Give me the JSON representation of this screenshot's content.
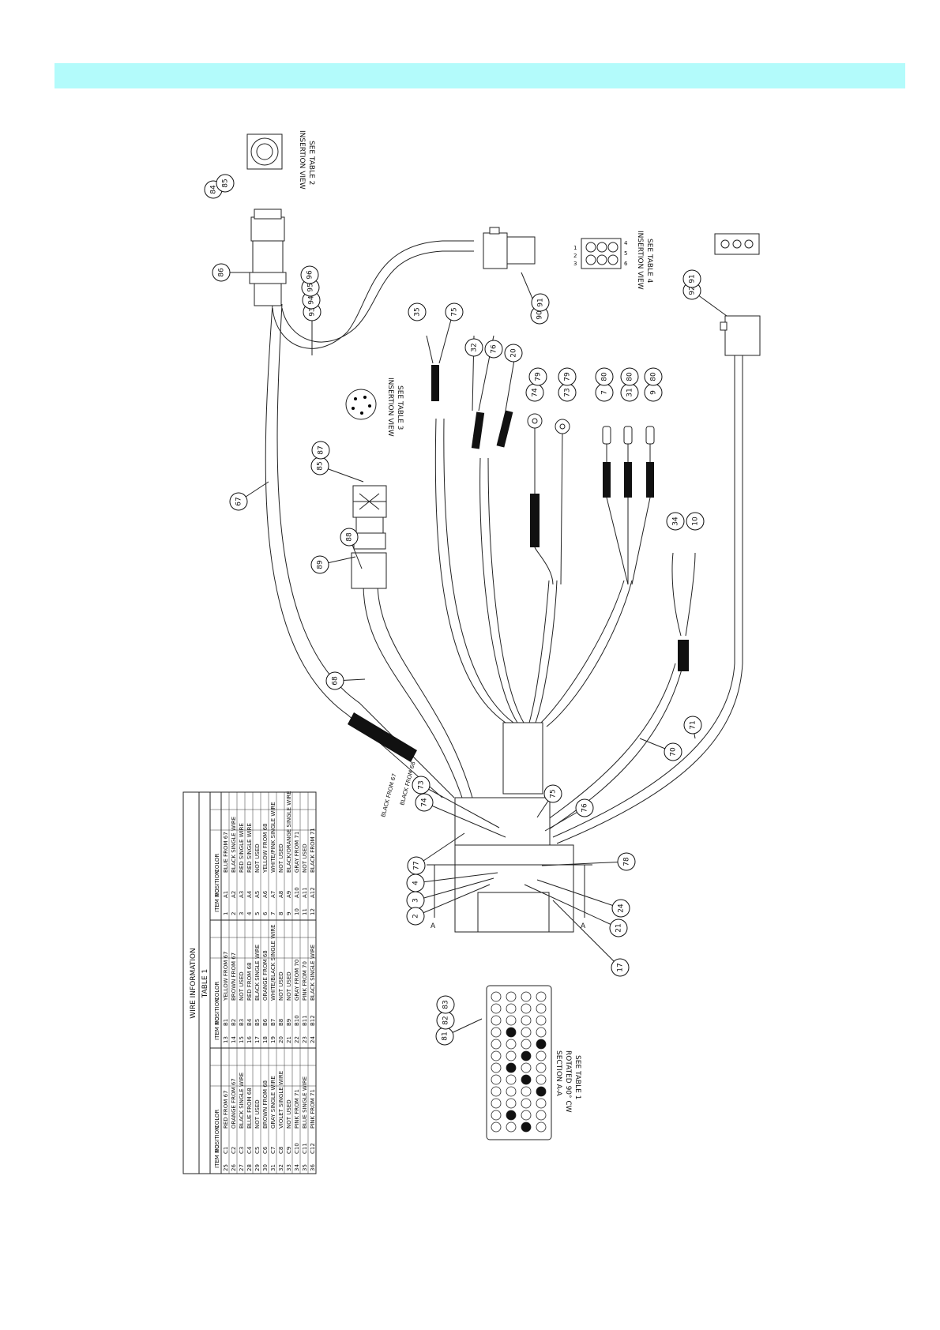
{
  "banner": {
    "color": "#b3fbfb"
  },
  "views": {
    "insertion_view_2": [
      "INSERTION VIEW",
      "SEE TABLE 2"
    ],
    "insertion_view_3": [
      "INSERTION VIEW",
      "SEE TABLE 3"
    ],
    "insertion_view_4": [
      "INSERTION VIEW",
      "SEE TABLE 4"
    ],
    "section_aa": [
      "SECTION A-A",
      "ROTATED 90° CW",
      "SEE TABLE 1"
    ],
    "conn4_pins": [
      "1",
      "2",
      "3",
      "4",
      "5",
      "6"
    ]
  },
  "wire_labels": {
    "black_from_67": "BLACK FROM 67",
    "black_from_68": "BLACK FROM 68"
  },
  "section_marks": {
    "a": "A"
  },
  "callouts": {
    "c84": "84",
    "c85": "85",
    "c86": "86",
    "c93": "93",
    "c94": "94",
    "c95": "95",
    "c96": "96",
    "c90": "90",
    "c91": "91",
    "c92": "92",
    "c91b": "91",
    "c35": "35",
    "c75": "75",
    "c32": "32",
    "c76": "76",
    "c20": "20",
    "c74": "74",
    "c79": "79",
    "c73": "73",
    "c79b": "79",
    "c7": "7",
    "c80": "80",
    "c31": "31",
    "c80b": "80",
    "c9": "9",
    "c80c": "80",
    "c85b": "85",
    "c87": "87",
    "c88": "88",
    "c89": "89",
    "c67": "67",
    "c68": "68",
    "c34": "34",
    "c10": "10",
    "c70": "70",
    "c71": "71",
    "c73b": "73",
    "c74b": "74",
    "c75b": "75",
    "c76b": "76",
    "c77": "77",
    "c78": "78",
    "c4": "4",
    "c3": "3",
    "c2": "2",
    "c24": "24",
    "c21": "21",
    "c17": "17",
    "c81": "81",
    "c82": "82",
    "c83": "83"
  },
  "wire_table": {
    "title": "WIRE INFORMATION",
    "subtitle": "TABLE 1",
    "headers": [
      "ITEM NO.",
      "POSITION",
      "COLOR"
    ],
    "blocks": [
      [
        [
          "1",
          "A1",
          "BLUE FROM 67"
        ],
        [
          "2",
          "A2",
          "BLACK SINGLE WIRE"
        ],
        [
          "3",
          "A3",
          "RED SINGLE WIRE"
        ],
        [
          "4",
          "A4",
          "RED SINGLE WIRE"
        ],
        [
          "5",
          "A5",
          "NOT USED"
        ],
        [
          "6",
          "A6",
          "YELLOW FROM 68"
        ],
        [
          "7",
          "A7",
          "WHITE/PINK SINGLE WIRE"
        ],
        [
          "8",
          "A8",
          "NOT USED"
        ],
        [
          "9",
          "A9",
          "BLACK/ORANGE SINGLE WIRE"
        ],
        [
          "10",
          "A10",
          "GRAY FROM 71"
        ],
        [
          "11",
          "A11",
          "NOT USED"
        ],
        [
          "12",
          "A12",
          "BLACK FROM 71"
        ]
      ],
      [
        [
          "13",
          "B1",
          "YELLOW FROM 67"
        ],
        [
          "14",
          "B2",
          "BROWN FROM 67"
        ],
        [
          "15",
          "B3",
          "NOT USED"
        ],
        [
          "16",
          "B4",
          "RED FROM 68"
        ],
        [
          "17",
          "B5",
          "BLACK SINGLE WIRE"
        ],
        [
          "18",
          "B6",
          "ORANGE FROM 68"
        ],
        [
          "19",
          "B7",
          "WHITE/BLACK SINGLE WIRE"
        ],
        [
          "20",
          "B8",
          "NOT USED"
        ],
        [
          "21",
          "B9",
          "NOT USED"
        ],
        [
          "22",
          "B10",
          "GRAY FROM 70"
        ],
        [
          "23",
          "B11",
          "PINK FROM 70"
        ],
        [
          "24",
          "B12",
          "BLACK SINGLE WIRE"
        ]
      ],
      [
        [
          "25",
          "C1",
          "RED FROM 67"
        ],
        [
          "26",
          "C2",
          "ORANGE FROM 67"
        ],
        [
          "27",
          "C3",
          "BLACK SINGLE WIRE"
        ],
        [
          "28",
          "C4",
          "BLUE FROM 68"
        ],
        [
          "29",
          "C5",
          "NOT USED"
        ],
        [
          "30",
          "C6",
          "BROWN FROM 68"
        ],
        [
          "31",
          "C7",
          "GRAY SINGLE WIRE"
        ],
        [
          "32",
          "C8",
          "VIOLET SINGLE WIRE"
        ],
        [
          "33",
          "C9",
          "NOT USED"
        ],
        [
          "34",
          "C10",
          "PINK FROM 71"
        ],
        [
          "35",
          "C11",
          "BLUE SINGLE WIRE"
        ],
        [
          "36",
          "C12",
          "PINK FROM 71"
        ]
      ]
    ]
  }
}
